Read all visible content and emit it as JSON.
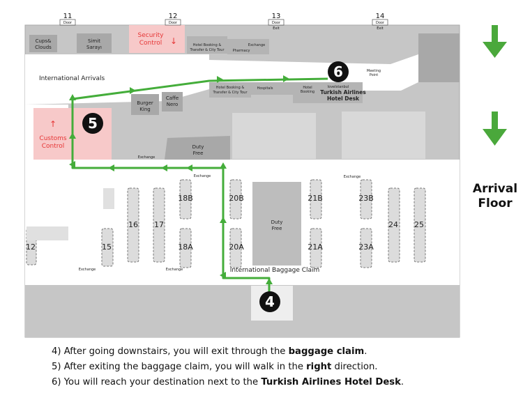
{
  "colors": {
    "route": "#44ad3a",
    "building": "#c6c6c6",
    "corridor": "#ffffff",
    "shop": "#a8a8a8",
    "security": "#f7c9c9",
    "security_text": "#e63636",
    "marker": "#111111",
    "side_arrow": "#4aa83b"
  },
  "doors": [
    {
      "number": "11",
      "label": "Door"
    },
    {
      "number": "12",
      "label": "Door"
    },
    {
      "number": "13",
      "label": "Door",
      "sub": "Exit"
    },
    {
      "number": "14",
      "label": "Door",
      "sub": "Exit"
    }
  ],
  "areas": {
    "security": {
      "line1": "Security",
      "line2": "Control",
      "arrow": "↓"
    },
    "customs": {
      "arrow": "↑",
      "line1": "Customs",
      "line2": "Control"
    },
    "international_arrivals": "International Arrivals",
    "baggage_claim": "International Baggage Claim",
    "duty_free_small": {
      "line1": "Duty",
      "line2": "Free"
    },
    "duty_free_center": {
      "line1": "Duty",
      "line2": "Free"
    },
    "meeting_point": {
      "line1": "Meeting",
      "line2": "Point"
    },
    "turkish_hotel_desk": {
      "line1": "Turkish Airlines",
      "line2": "Hotel Desk"
    }
  },
  "shops": [
    {
      "line1": "Cups&",
      "line2": "Clouds"
    },
    {
      "line1": "Simit",
      "line2": "Sarayı"
    },
    {
      "line1": "Hotel Booking &",
      "line2": "Transfer & City Tour"
    },
    {
      "line1": "Exchange",
      "line2": "Pharmacy"
    },
    {
      "line1": "Burger",
      "line2": "King"
    },
    {
      "line1": "Caffe",
      "line2": "Nero"
    },
    {
      "line1": "Hotel Booking &",
      "line2": "Transfer & City Tour"
    },
    {
      "line1": "Hospitals",
      "line2": ""
    },
    {
      "line1": "Hotel",
      "line2": "Booking"
    },
    {
      "line1": "loveIstanbul",
      "line2": ""
    }
  ],
  "exchange_labels": [
    "Exchange",
    "Exchange",
    "Exchange",
    "Exchange",
    "Exchange"
  ],
  "carousels": [
    {
      "label": "12"
    },
    {
      "label": "15"
    },
    {
      "label": "16"
    },
    {
      "label": "17"
    },
    {
      "label": "18B"
    },
    {
      "label": "18A"
    },
    {
      "label": "20B"
    },
    {
      "label": "20A"
    },
    {
      "label": "21B"
    },
    {
      "label": "21A"
    },
    {
      "label": "23B"
    },
    {
      "label": "23A"
    },
    {
      "label": "24"
    },
    {
      "label": "25"
    }
  ],
  "route_markers": [
    {
      "number": "4"
    },
    {
      "number": "5"
    },
    {
      "number": "6"
    }
  ],
  "side_label": {
    "line1": "Arrival",
    "line2": "Floor"
  },
  "instructions": [
    {
      "pre": "4) After going downstairs, you will exit through the ",
      "bold": "baggage claim",
      "post": "."
    },
    {
      "pre": "5) After exiting the baggage claim, you will walk in the ",
      "bold": "right",
      "post": " direction."
    },
    {
      "pre": "6) You will reach your destination next to the ",
      "bold": "Turkish Airlines Hotel Desk",
      "post": "."
    }
  ]
}
